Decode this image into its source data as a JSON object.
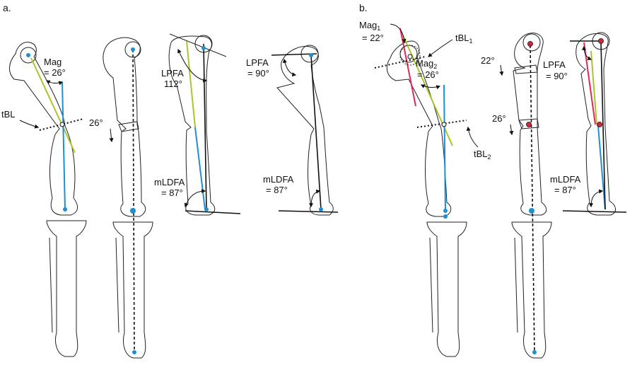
{
  "panels": {
    "a": {
      "label": "a.",
      "mag_line1": "Mag",
      "mag_line2": "= 26°",
      "tbl": "tBL",
      "wedge_angle": "26°",
      "lpfa_1_line1": "LPFA",
      "lpfa_1_line2": "112°",
      "mldfa_1_line1": "mLDFA",
      "mldfa_1_line2": "= 87°",
      "lpfa_2_line1": "LPFA",
      "lpfa_2_line2": "= 90°",
      "mldfa_2_line1": "mLDFA",
      "mldfa_2_line2": "= 87°"
    },
    "b": {
      "label": "b.",
      "mag1_main": "Mag",
      "mag1_sub": "1",
      "mag1_value": "= 22°",
      "tbl1_main": "tBL",
      "tbl1_sub": "1",
      "mag2_main": "Mag",
      "mag2_sub": "2",
      "mag2_value": "= 26°",
      "tbl2_main": "tBL",
      "tbl2_sub": "2",
      "wedge_angle_1": "22°",
      "wedge_angle_2": "26°",
      "lpfa_line1": "LPFA",
      "lpfa_line2": "= 90°",
      "mldfa_line1": "mLDFA",
      "mldfa_line2": "= 87°"
    }
  },
  "colors": {
    "mechanical_axis": "#1f8fd1",
    "anatomic_axis": "#a8c62a",
    "proximal_axis": "#e0295a",
    "joint_center_marker": "#d6243f",
    "outline": "#222222"
  }
}
